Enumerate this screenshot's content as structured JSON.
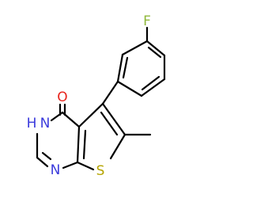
{
  "molecule": {
    "atoms": {
      "fluorine": "F",
      "oxygen": "O",
      "nitrogen_top": "N",
      "hydrogen": "H",
      "nitrogen_bottom": "N",
      "sulfur": "S"
    },
    "colors": {
      "bond": "#000000",
      "fluorine": "#8fb83a",
      "oxygen": "#e8261e",
      "nitrogen": "#3b3bdc",
      "sulfur": "#b5a400"
    }
  }
}
